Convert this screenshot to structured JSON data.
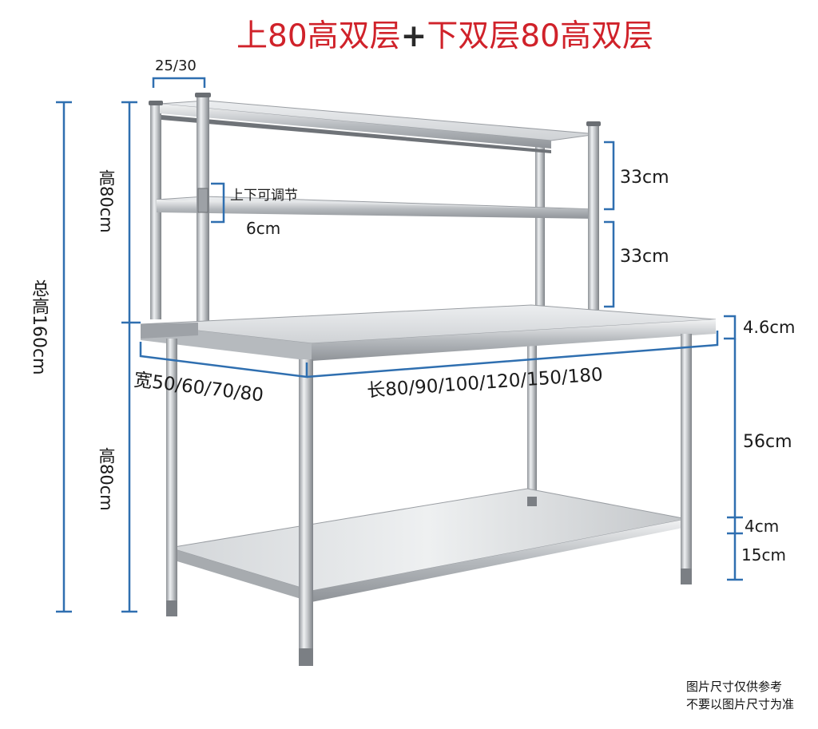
{
  "title": {
    "part1": "上80高双层",
    "plus": "+",
    "part2": "下双层80高双层"
  },
  "labels": {
    "post_size": "25/30",
    "adjustable": "上下可调节",
    "adjust_step": "6cm",
    "top_shelf_gap": "33cm",
    "mid_shelf_gap": "33cm",
    "upper_height": "高80cm",
    "lower_height": "高80cm",
    "total_height": "总高160cm",
    "top_thickness": "4.6cm",
    "leg_gap": "56cm",
    "bottom_shelf": "4cm",
    "foot_height": "15cm",
    "width": "宽50/60/70/80",
    "length": "长80/90/100/120/150/180"
  },
  "note": {
    "line1": "图片尺寸仅供参考",
    "line2": "不要以图片尺寸为准"
  },
  "colors": {
    "title_red": "#d0222a",
    "dimension_blue": "#2f6fb0",
    "steel": "#b9bcc0"
  }
}
